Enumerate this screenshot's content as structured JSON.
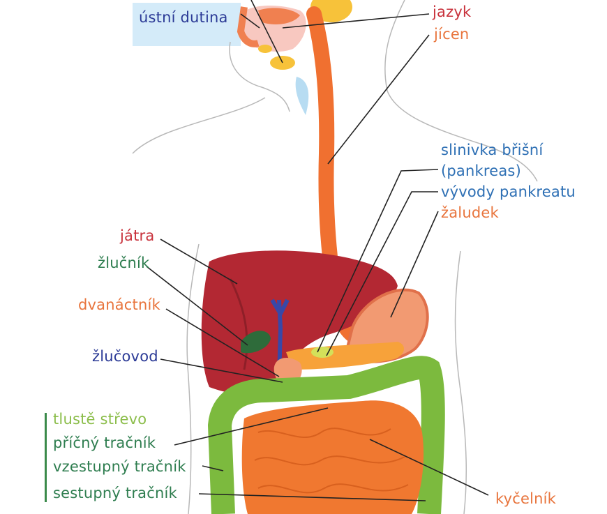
{
  "colors": {
    "red_label": "#c8323c",
    "orange_label": "#e8743c",
    "blue_label": "#2d6fb4",
    "navy_label": "#2b3a96",
    "green_label": "#2e7d4f",
    "light_green_label": "#8bbd4a",
    "liver": "#b32833",
    "esophagus": "#f07030",
    "intestine": "#f07830",
    "colon": "#7cba3e",
    "stomach": "#f29a72",
    "bile_duct": "#3848a8"
  },
  "labels": {
    "mouth": "ústní dutina",
    "tongue": "jazyk",
    "esophagus": "jícen",
    "pancreas_line1": "slinivka břišní",
    "pancreas_line2": "(pankreas)",
    "pancreatic_ducts": "vývody pankreatu",
    "stomach": "žaludek",
    "liver": "játra",
    "gallbladder": "žlučník",
    "duodenum": "dvanáctník",
    "bile_duct": "žlučovod",
    "large_intestine": "tlustě střevo",
    "transverse_colon": "příčný tračník",
    "ascending_colon": "vzestupný tračník",
    "descending_colon": "sestupný tračník",
    "ileum": "kyčelník"
  }
}
